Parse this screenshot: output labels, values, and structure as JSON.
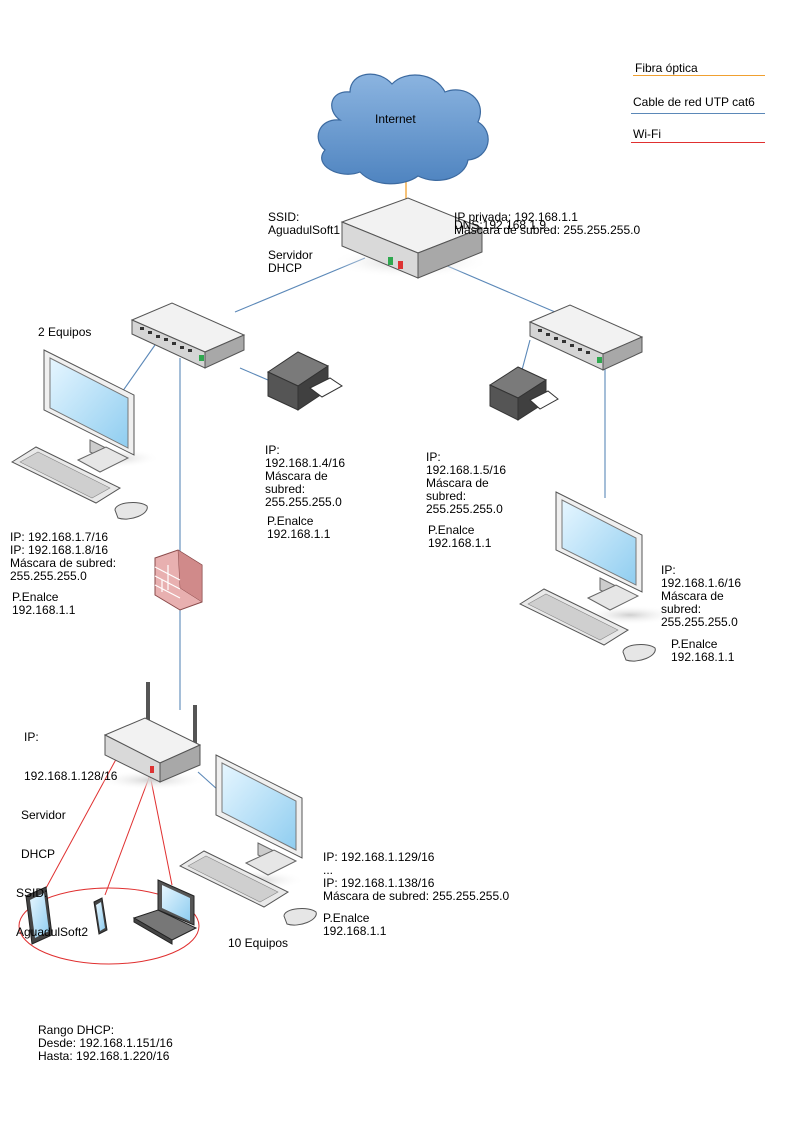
{
  "legend": {
    "fiber": {
      "label": "Fibra óptica",
      "color": "#f0a030"
    },
    "utp": {
      "label": "Cable de red UTP cat6",
      "color": "#5b88b8"
    },
    "wifi": {
      "label": "Wi-Fi",
      "color": "#e03030"
    }
  },
  "internet": {
    "label": "Internet"
  },
  "main_router": {
    "ssid": [
      "SSID:",
      "AguadulSoft1"
    ],
    "dhcp": [
      "Servidor",
      "DHCP"
    ],
    "config": [
      "IP privada: 192.168.1.1",
      "Máscara de subred: 255.255.255.0"
    ],
    "dns": "DNS:192.168.1.9"
  },
  "left_pc": {
    "count": "2 Equipos",
    "info": [
      "IP: 192.168.1.7/16",
      "IP: 192.168.1.8/16",
      "Máscara de subred:",
      "255.255.255.0"
    ],
    "gateway": [
      "P.Enalce",
      "192.168.1.1"
    ]
  },
  "printer_left": {
    "info": [
      "IP:",
      "192.168.1.4/16",
      "Máscara de",
      "subred:",
      "255.255.255.0"
    ],
    "gateway": [
      "P.Enalce",
      "192.168.1.1"
    ]
  },
  "printer_right": {
    "info": [
      "IP:",
      "192.168.1.5/16",
      "Máscara de",
      "subred:",
      "255.255.255.0"
    ],
    "gateway": [
      "P.Enalce",
      "192.168.1.1"
    ]
  },
  "right_pc": {
    "info": [
      "IP:",
      "192.168.1.6/16",
      "Máscara de",
      "subred:",
      "255.255.255.0"
    ],
    "gateway": [
      "P.Enalce",
      "192.168.1.1"
    ]
  },
  "wifi_router": {
    "info": [
      "IP:",
      "192.168.1.128/16",
      "Servidor",
      "DHCP",
      "SSID:",
      "AguadulSoft2"
    ]
  },
  "bottom_pc": {
    "info": [
      "IP: 192.168.1.129/16",
      "...",
      "IP: 192.168.1.138/16",
      "Máscara de subred: 255.255.255.0"
    ],
    "gateway": [
      "P.Enalce",
      "192.168.1.1"
    ],
    "count": "10 Equipos"
  },
  "dhcp_range": [
    "Rango DHCP:",
    "Desde: 192.168.1.151/16",
    "Hasta: 192.168.1.220/16"
  ]
}
